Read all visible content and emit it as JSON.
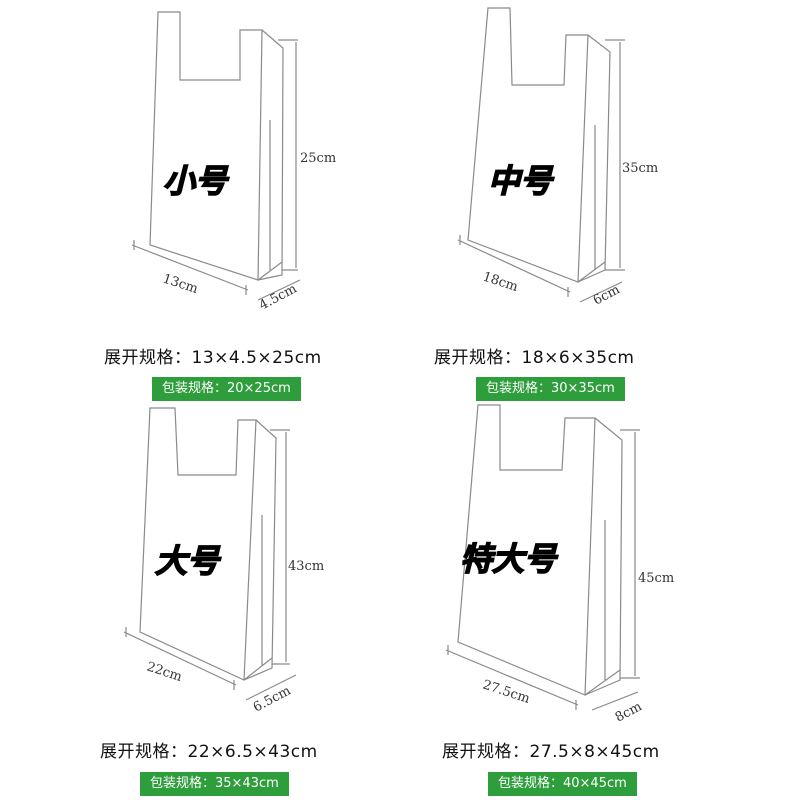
{
  "bags": [
    {
      "size_label": "小号",
      "height": "25cm",
      "width": "13cm",
      "depth": "4.5cm",
      "unfolded_spec": "展开规格：13×4.5×25cm",
      "package_spec": "包装规格：20×25cm"
    },
    {
      "size_label": "中号",
      "height": "35cm",
      "width": "18cm",
      "depth": "6cm",
      "unfolded_spec": "展开规格：18×6×35cm",
      "package_spec": "包装规格：30×35cm"
    },
    {
      "size_label": "大号",
      "height": "43cm",
      "width": "22cm",
      "depth": "6.5cm",
      "unfolded_spec": "展开规格：22×6.5×43cm",
      "package_spec": "包装规格：35×43cm"
    },
    {
      "size_label": "特大号",
      "height": "45cm",
      "width": "27.5cm",
      "depth": "8cm",
      "unfolded_spec": "展开规格：27.5×8×45cm",
      "package_spec": "包装规格：40×45cm"
    }
  ],
  "colors": {
    "package_badge": "#2e9e3c",
    "outline": "#8a8a8a"
  }
}
